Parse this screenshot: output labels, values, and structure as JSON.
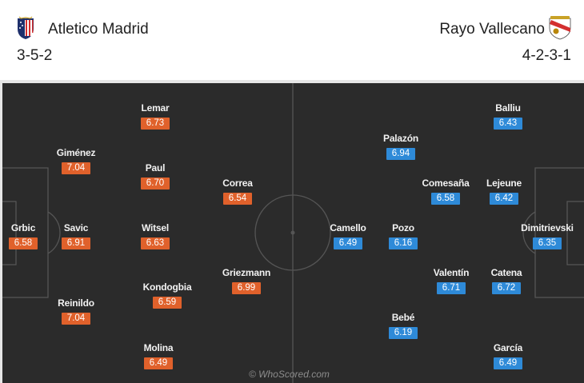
{
  "home": {
    "name": "Atletico Madrid",
    "formation": "3-5-2",
    "color": "#e0612b",
    "crest_icon": "atletico-madrid-crest-icon",
    "players": [
      {
        "name": "Grbic",
        "rating": "6.58"
      },
      {
        "name": "Giménez",
        "rating": "7.04"
      },
      {
        "name": "Savic",
        "rating": "6.91"
      },
      {
        "name": "Reinildo",
        "rating": "7.04"
      },
      {
        "name": "Lemar",
        "rating": "6.73"
      },
      {
        "name": "Paul",
        "rating": "6.70"
      },
      {
        "name": "Witsel",
        "rating": "6.63"
      },
      {
        "name": "Kondogbia",
        "rating": "6.59"
      },
      {
        "name": "Molina",
        "rating": "6.49"
      },
      {
        "name": "Correa",
        "rating": "6.54"
      },
      {
        "name": "Griezmann",
        "rating": "6.99"
      }
    ]
  },
  "away": {
    "name": "Rayo Vallecano",
    "formation": "4-2-3-1",
    "color": "#2e8ad8",
    "crest_icon": "rayo-vallecano-crest-icon",
    "players": [
      {
        "name": "Dimitrievski",
        "rating": "6.35"
      },
      {
        "name": "Balliu",
        "rating": "6.43"
      },
      {
        "name": "Lejeune",
        "rating": "6.42"
      },
      {
        "name": "Catena",
        "rating": "6.72"
      },
      {
        "name": "García",
        "rating": "6.49"
      },
      {
        "name": "Comesaña",
        "rating": "6.58"
      },
      {
        "name": "Valentín",
        "rating": "6.71"
      },
      {
        "name": "Palazón",
        "rating": "6.94"
      },
      {
        "name": "Pozo",
        "rating": "6.16"
      },
      {
        "name": "Bebé",
        "rating": "6.19"
      },
      {
        "name": "Camello",
        "rating": "6.49"
      }
    ]
  },
  "pitch": {
    "background": "#2b2b2b",
    "line_color": "#555555"
  },
  "watermark": "© WhoScored.com"
}
